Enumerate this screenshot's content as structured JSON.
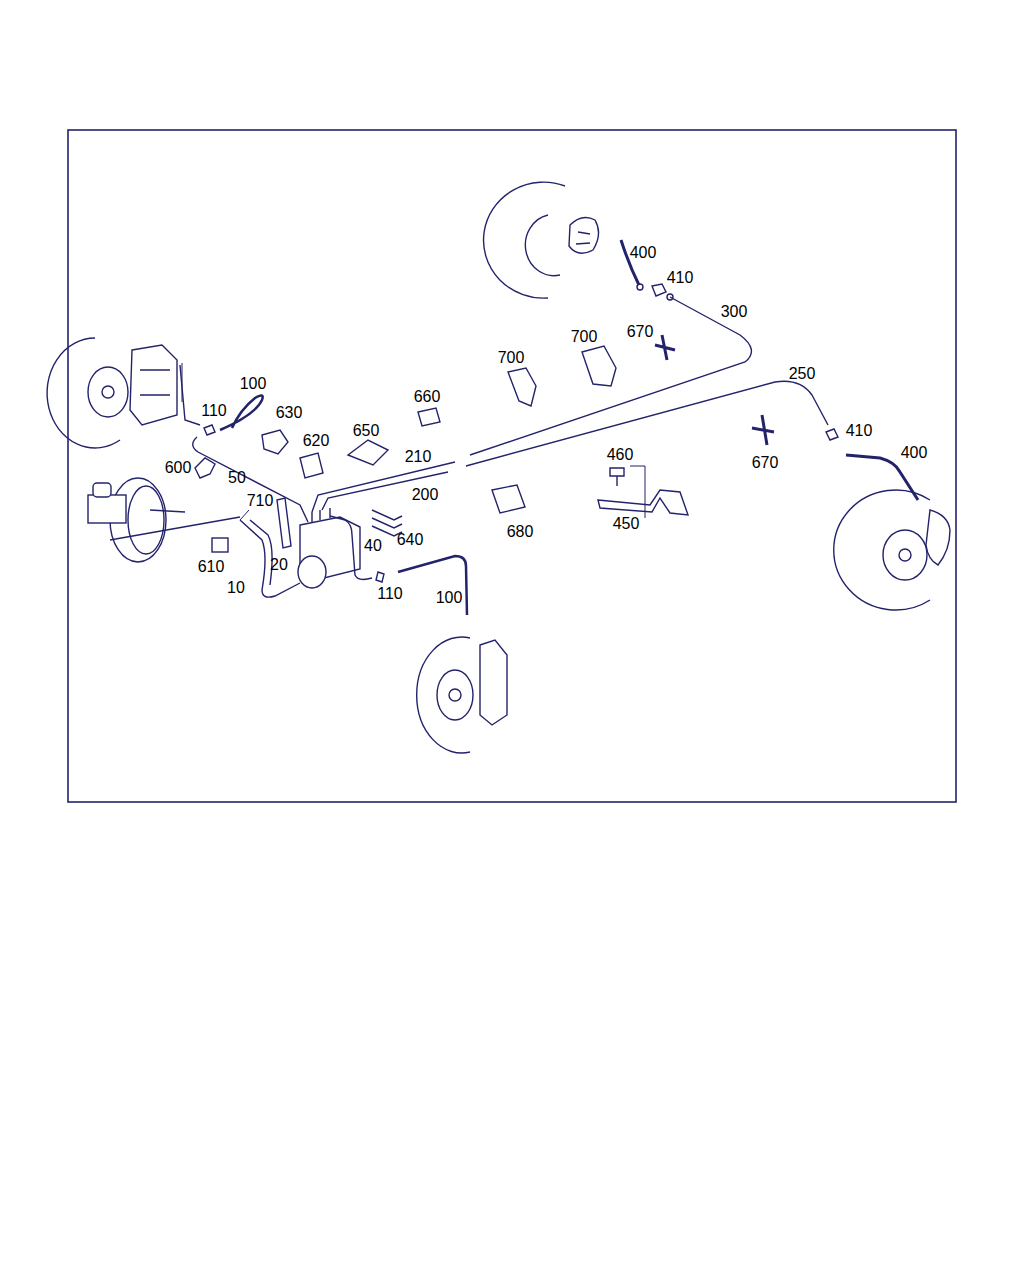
{
  "diagram": {
    "labels": [
      "400",
      "410",
      "300",
      "700",
      "670",
      "700",
      "250",
      "100",
      "660",
      "110",
      "630",
      "410",
      "620",
      "650",
      "400",
      "210",
      "460",
      "670",
      "600",
      "50",
      "200",
      "710",
      "450",
      "680",
      "640",
      "40",
      "20",
      "610",
      "10",
      "110",
      "100"
    ]
  }
}
